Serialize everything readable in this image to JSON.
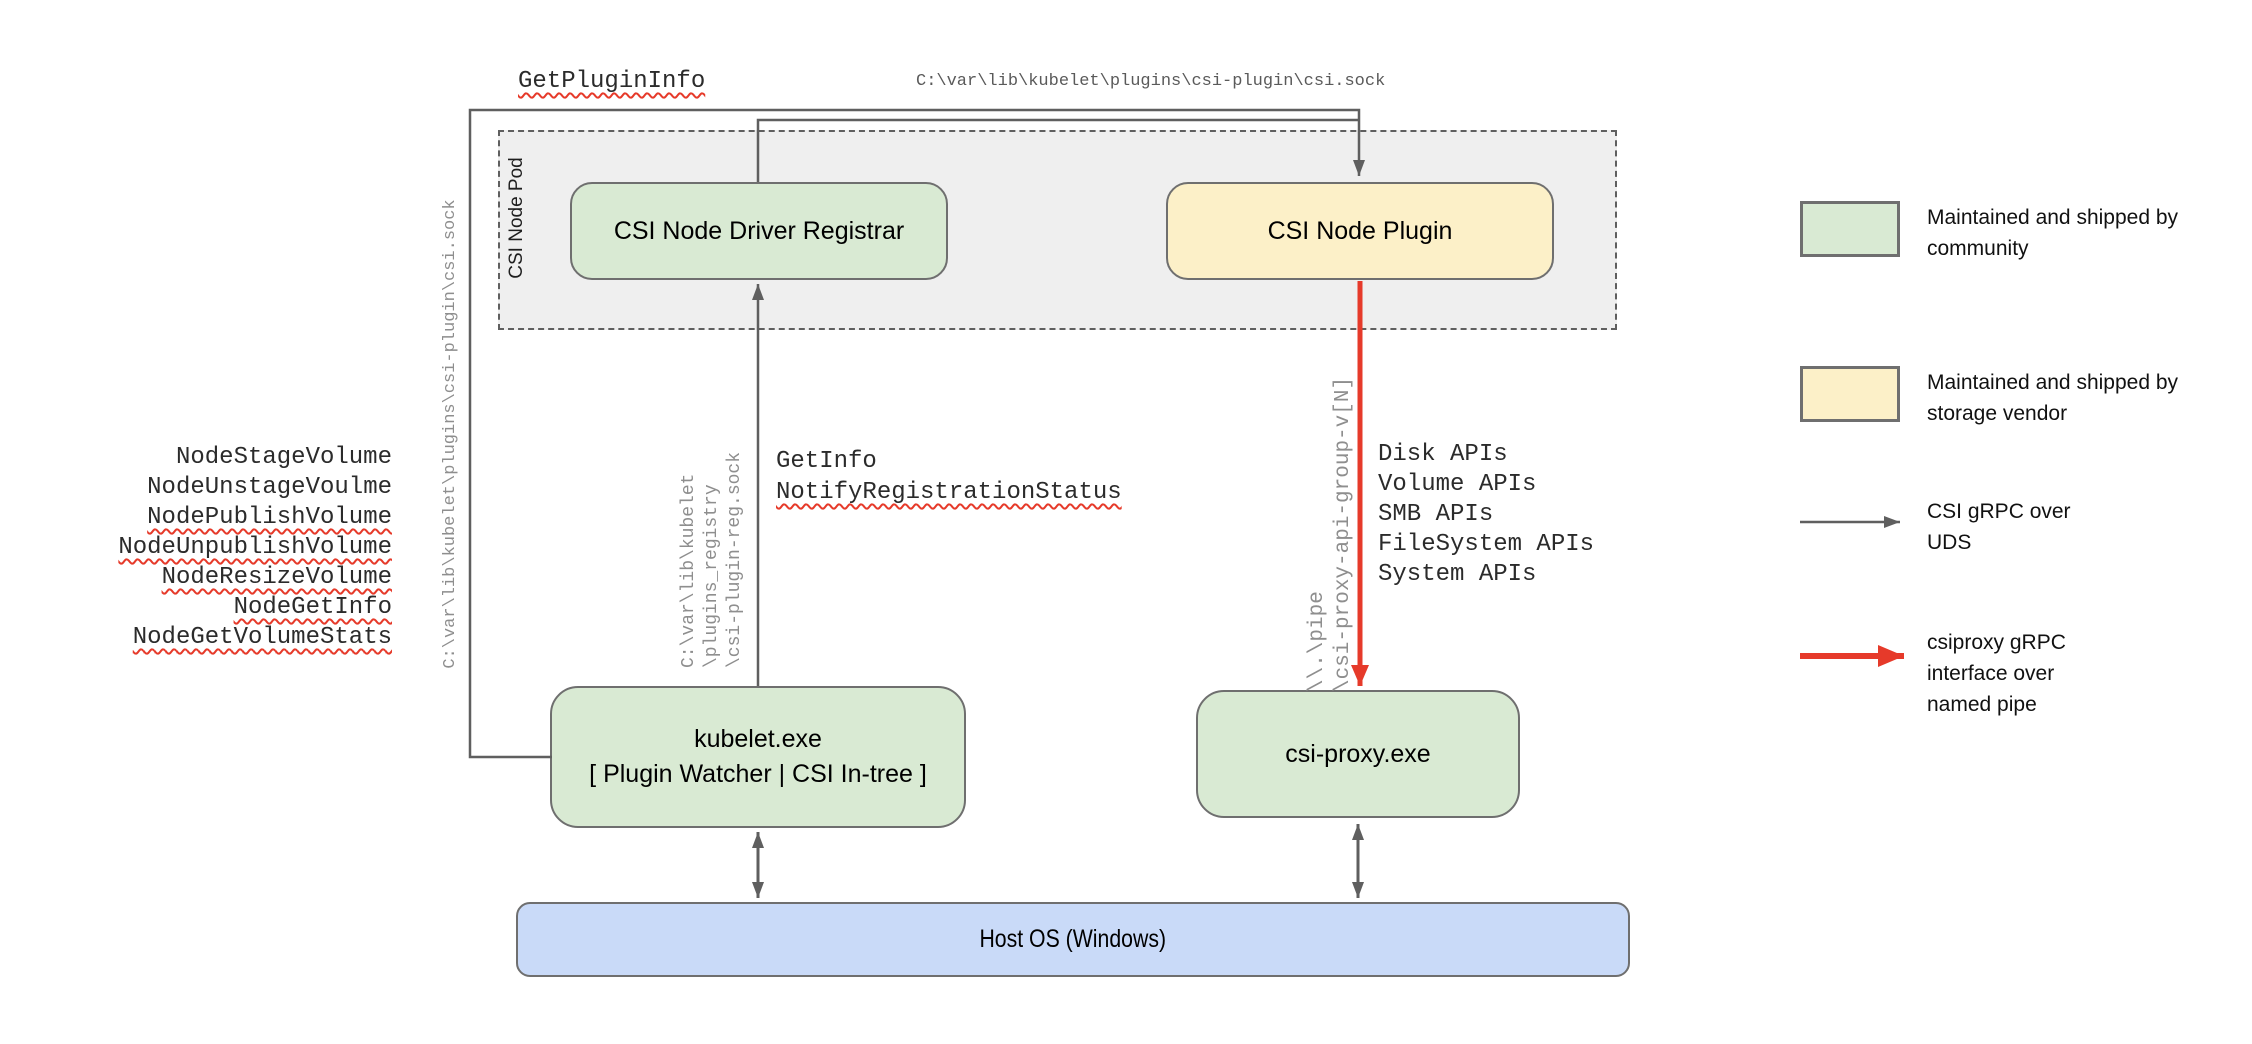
{
  "colors": {
    "community_green": "#d9ead3",
    "vendor_yellow": "#fcf0c8",
    "host_blue": "#c9daf8",
    "pod_gray": "#efefef",
    "line_gray": "#5f5f5f",
    "pipe_red": "#e63a2a"
  },
  "boxes": {
    "pod_label": "CSI Node Pod",
    "registrar": "CSI Node Driver Registrar",
    "node_plugin": "CSI Node Plugin",
    "kubelet_line1": "kubelet.exe",
    "kubelet_line2": "[ Plugin Watcher | CSI In-tree ]",
    "csi_proxy": "csi-proxy.exe",
    "host_os": "Host OS (Windows)"
  },
  "rpc_labels": {
    "get_plugin_info": "GetPluginInfo",
    "node_calls": [
      "NodeStageVolume",
      "NodeUnstageVoulme",
      "NodePublishVolume",
      "NodeUnpublishVolume",
      "NodeResizeVolume",
      "NodeGetInfo",
      "NodeGetVolumeStats"
    ],
    "registration_calls": [
      "GetInfo",
      "NotifyRegistrationStatus"
    ],
    "proxy_api_groups": [
      "Disk APIs",
      "Volume APIs",
      "SMB APIs",
      "FileSystem APIs",
      "System APIs"
    ]
  },
  "paths": {
    "csi_sock_top": "C:\\var\\lib\\kubelet\\plugins\\csi-plugin\\csi.sock",
    "csi_sock_left": "C:\\var\\lib\\kubelet\\plugins\\csi-plugin\\csi.sock",
    "registry_sock_lines": [
      "C:\\var\\lib\\kubelet",
      "\\plugins_registry",
      "\\csi-plugin-reg.sock"
    ],
    "named_pipe_lines": [
      "\\\\.\\pipe",
      "\\csi-proxy-api-group-v[N]"
    ]
  },
  "legend": {
    "community": "Maintained and shipped by community",
    "vendor": "Maintained and shipped by storage vendor",
    "uds_arrow": "CSI gRPC over UDS",
    "pipe_arrow": "csiproxy gRPC interface over named pipe"
  }
}
